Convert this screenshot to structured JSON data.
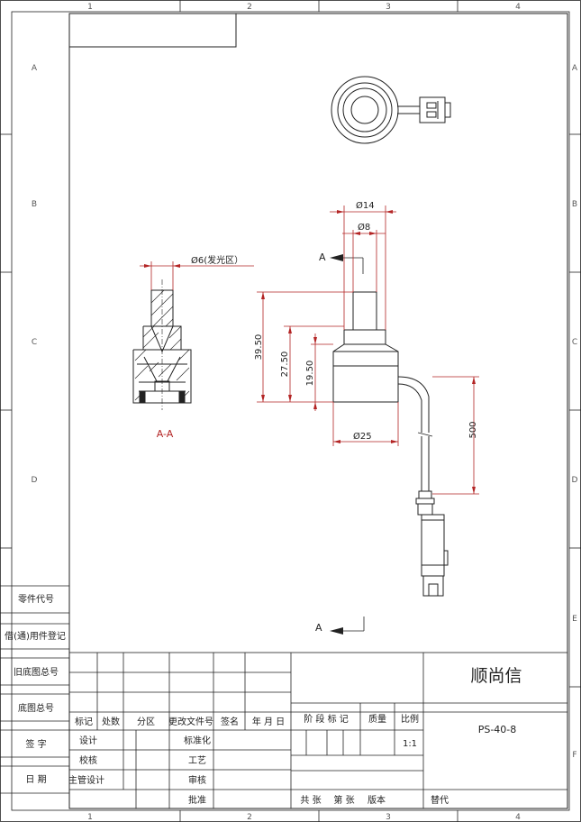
{
  "zone_columns": [
    "1",
    "2",
    "3",
    "4"
  ],
  "zone_rows": [
    "A",
    "B",
    "C",
    "D",
    "E",
    "F"
  ],
  "left_strip": {
    "part_code": "零件代号",
    "borrowed_register": "借(通)用件登记",
    "old_drawing_no": "旧底图总号",
    "drawing_no": "底图总号",
    "signature": "签 字",
    "date": "日 期"
  },
  "title_block": {
    "company": "顺尚信",
    "drawing_number": "PS-40-8",
    "row_headers": [
      "标记",
      "处数",
      "分区",
      "更改文件号",
      "签名",
      "年 月 日"
    ],
    "stage_mark": "阶 段 标 记",
    "mass": "质量",
    "scale_label": "比例",
    "scale_value": "1:1",
    "design": "设计",
    "standardize": "标准化",
    "check": "校核",
    "process": "工艺",
    "chief_designer": "主管设计",
    "review": "审核",
    "approve": "批准",
    "sheets_total": "共  张",
    "sheet_no": "第  张",
    "version": "版本",
    "replaces": "替代"
  },
  "section_view": {
    "label": "A-A",
    "dimension": "Ø6(发光区）"
  },
  "front_view": {
    "section_marker": "A",
    "dimensions": {
      "dia_14": "Ø14",
      "dia_8": "Ø8",
      "dia_25": "Ø25",
      "h_39_50": "39.50",
      "h_27_50": "27.50",
      "h_19_50": "19.50",
      "cable_500": "500"
    }
  },
  "colors": {
    "border": "#222222",
    "dimension": "#b32424",
    "zone_tick": "#555555"
  }
}
